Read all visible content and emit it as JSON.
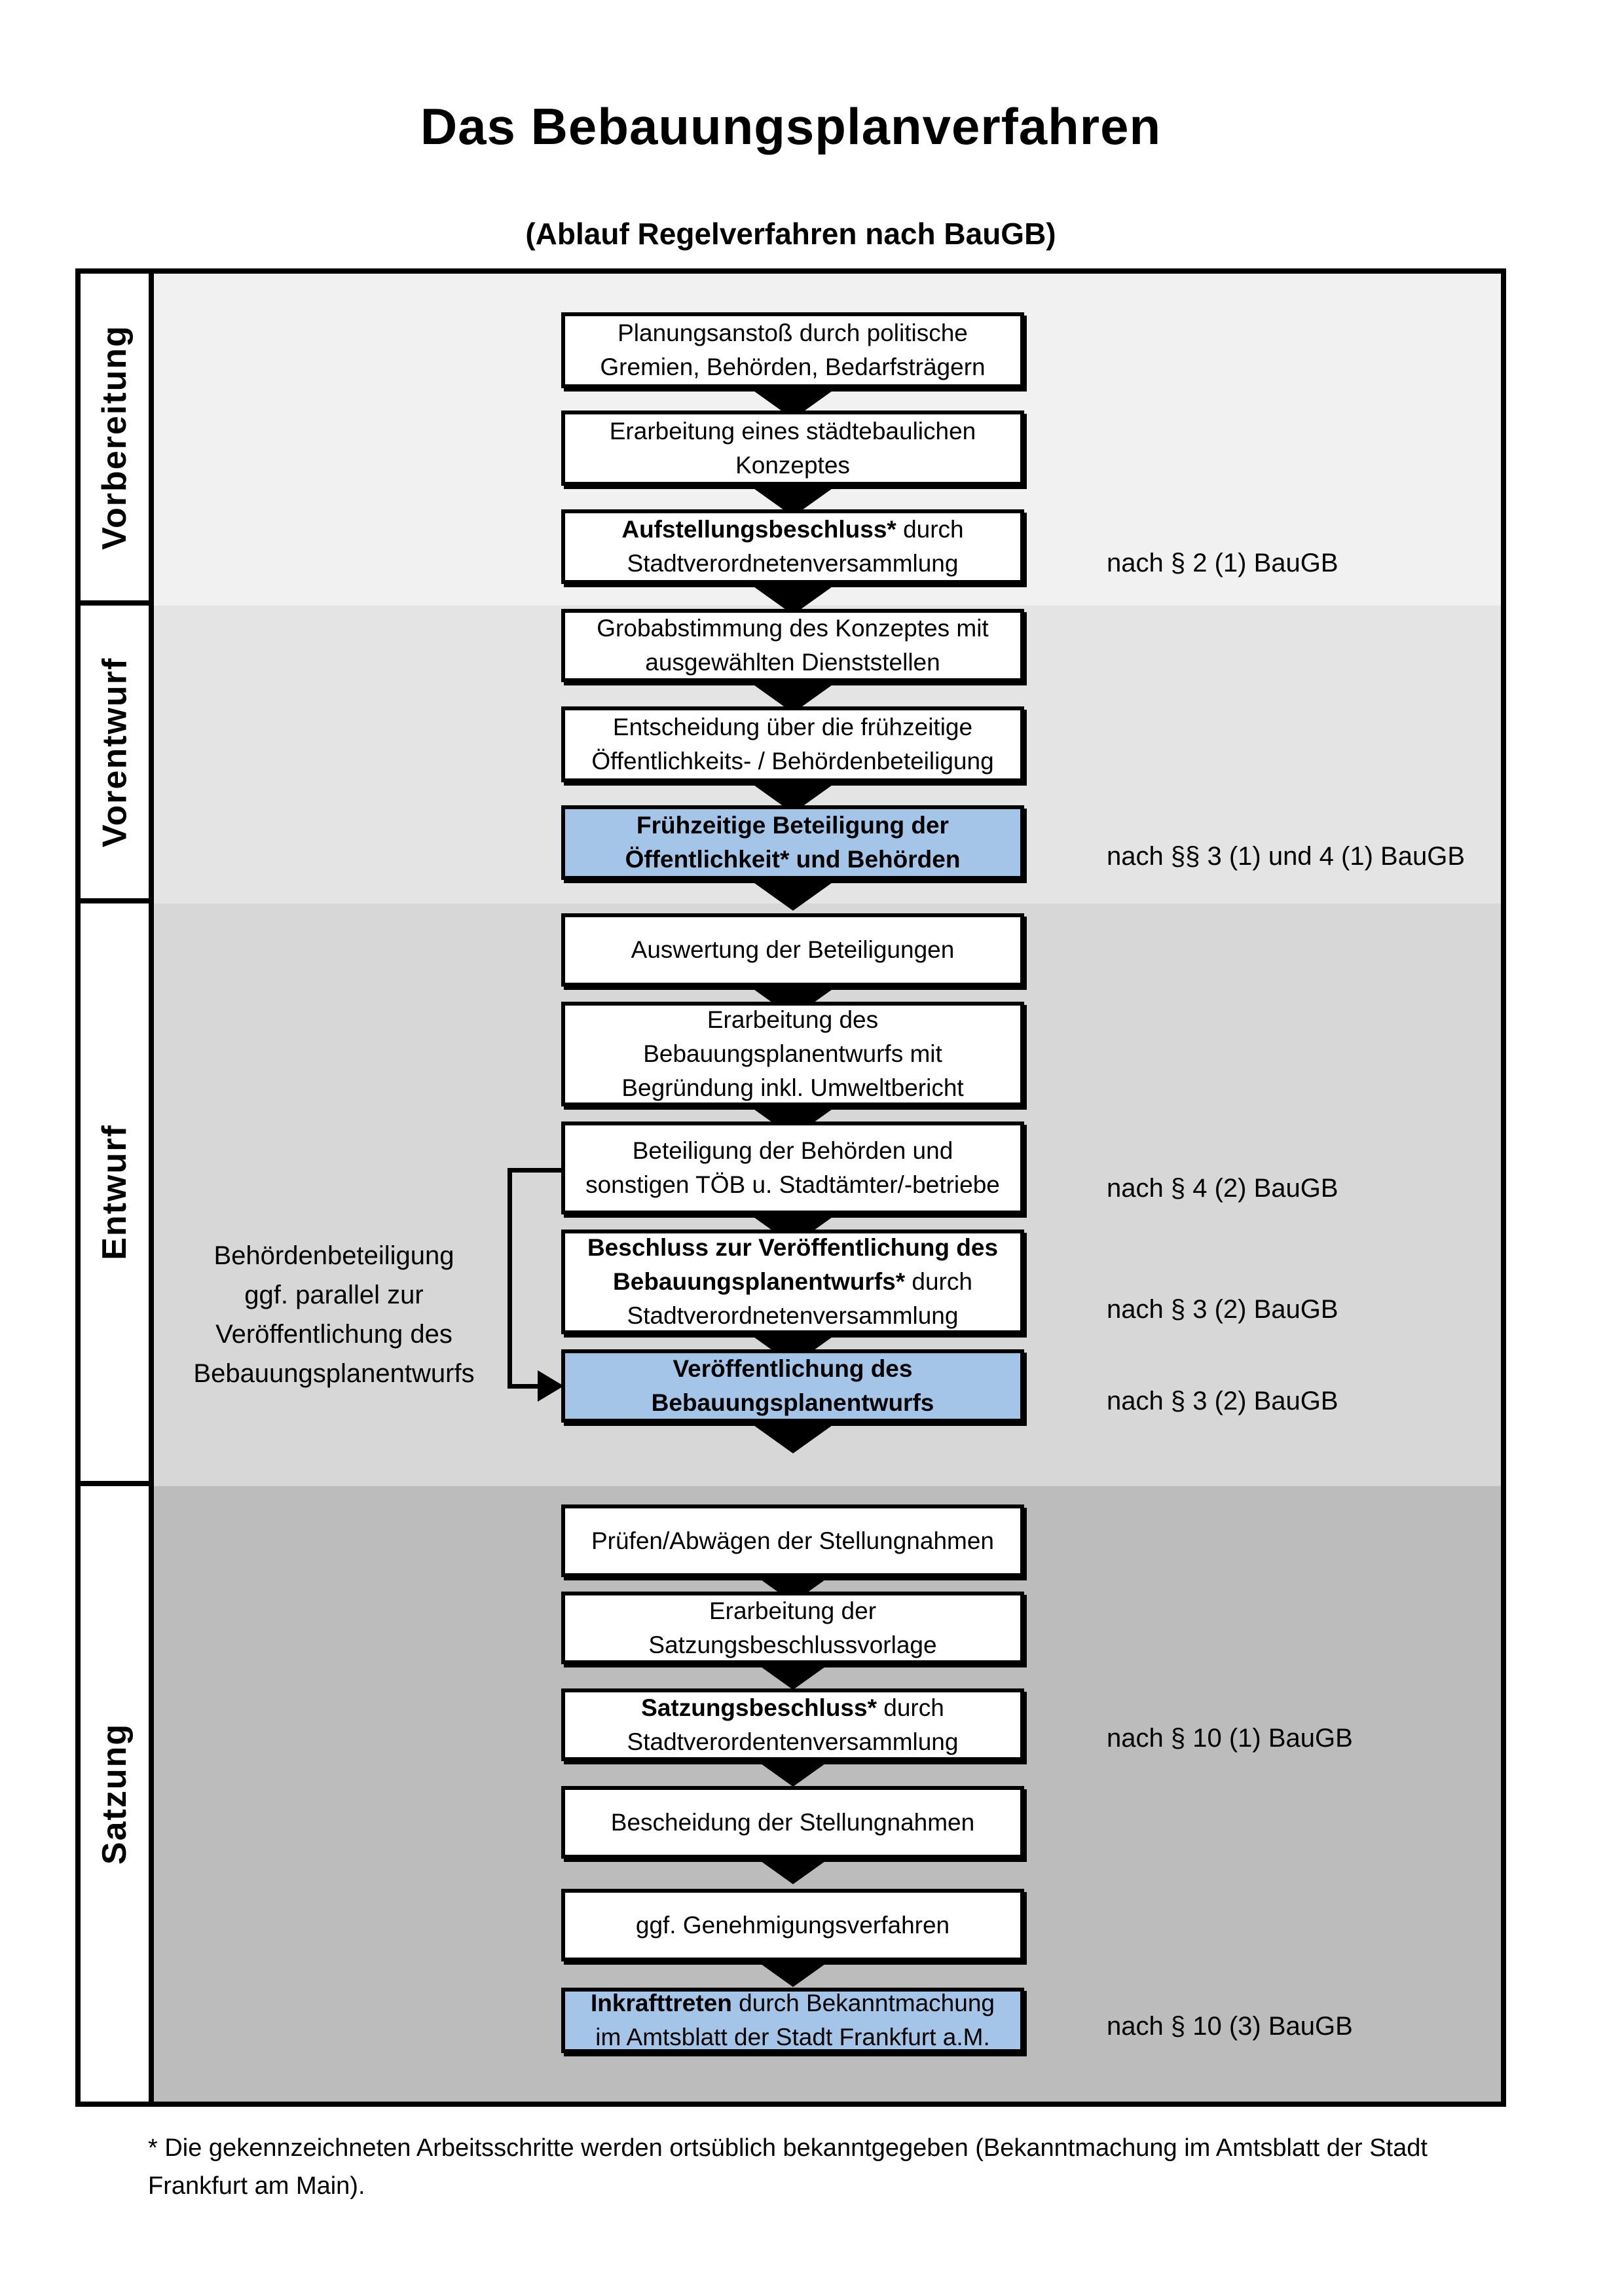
{
  "title": "Das Bebauungsplanverfahren",
  "subtitle": "(Ablauf Regelverfahren nach BauGB)",
  "phases": [
    {
      "label": "Vorbereitung"
    },
    {
      "label": "Vorentwurf"
    },
    {
      "label": "Entwurf"
    },
    {
      "label": "Satzung"
    }
  ],
  "boxes": [
    {
      "name": "planungsanstoss",
      "highlight": false,
      "lines": [
        [
          {
            "t": "Planungsanstoß durch politische",
            "b": false
          }
        ],
        [
          {
            "t": "Gremien, Behörden, Bedarfsträgern",
            "b": false
          }
        ]
      ]
    },
    {
      "name": "staedtebauliches-konzept",
      "highlight": false,
      "lines": [
        [
          {
            "t": "Erarbeitung eines städtebaulichen",
            "b": false
          }
        ],
        [
          {
            "t": "Konzeptes",
            "b": false
          }
        ]
      ]
    },
    {
      "name": "aufstellungsbeschluss",
      "highlight": false,
      "law": "nach § 2 (1) BauGB",
      "lines": [
        [
          {
            "t": "Aufstellungsbeschluss*",
            "b": true
          },
          {
            "t": " durch",
            "b": false
          }
        ],
        [
          {
            "t": "Stadtverordnetenversammlung",
            "b": false
          }
        ]
      ]
    },
    {
      "name": "grobabstimmung-konzept",
      "highlight": false,
      "lines": [
        [
          {
            "t": "Grobabstimmung des Konzeptes mit",
            "b": false
          }
        ],
        [
          {
            "t": "ausgewählten Dienststellen",
            "b": false
          }
        ]
      ]
    },
    {
      "name": "entscheidung-fruehzeitige-beteiligung",
      "highlight": false,
      "lines": [
        [
          {
            "t": "Entscheidung über die frühzeitige",
            "b": false
          }
        ],
        [
          {
            "t": "Öffentlichkeits- / Behördenbeteiligung",
            "b": false
          }
        ]
      ]
    },
    {
      "name": "fruehzeitige-beteiligung",
      "highlight": true,
      "law": "nach §§ 3 (1) und 4 (1) BauGB",
      "lines": [
        [
          {
            "t": "Frühzeitige Beteiligung der",
            "b": true
          }
        ],
        [
          {
            "t": "Öffentlichkeit* und Behörden",
            "b": true
          }
        ]
      ]
    },
    {
      "name": "auswertung-beteiligungen",
      "highlight": false,
      "lines": [
        [
          {
            "t": "Auswertung der Beteiligungen",
            "b": false
          }
        ]
      ]
    },
    {
      "name": "erarbeitung-bebauungsplanentwurf",
      "highlight": false,
      "lines": [
        [
          {
            "t": "Erarbeitung des",
            "b": false
          }
        ],
        [
          {
            "t": "Bebauungsplanentwurfs mit",
            "b": false
          }
        ],
        [
          {
            "t": "Begründung inkl. Umweltbericht",
            "b": false
          }
        ]
      ]
    },
    {
      "name": "beteiligung-behoerden-toeb",
      "highlight": false,
      "law": "nach § 4 (2) BauGB",
      "lines": [
        [
          {
            "t": "Beteiligung der Behörden und",
            "b": false
          }
        ],
        [
          {
            "t": "sonstigen TÖB u. Stadtämter/-betriebe",
            "b": false
          }
        ]
      ]
    },
    {
      "name": "beschluss-veroeffentlichung",
      "highlight": false,
      "law": "nach § 3 (2) BauGB",
      "lines": [
        [
          {
            "t": "Beschluss zur Veröffentlichung des",
            "b": true
          }
        ],
        [
          {
            "t": "Bebauungsplanentwurfs*",
            "b": true
          },
          {
            "t": " durch",
            "b": false
          }
        ],
        [
          {
            "t": "Stadtverordnetenversammlung",
            "b": false
          }
        ]
      ]
    },
    {
      "name": "veroeffentlichung-bebauungsplanentwurf",
      "highlight": true,
      "law": "nach § 3 (2) BauGB",
      "lines": [
        [
          {
            "t": "Veröffentlichung des",
            "b": true
          }
        ],
        [
          {
            "t": "Bebauungsplanentwurfs",
            "b": true
          }
        ]
      ]
    },
    {
      "name": "pruefen-abwaegen-stellungnahmen",
      "highlight": false,
      "lines": [
        [
          {
            "t": "Prüfen/Abwägen der Stellungnahmen",
            "b": false
          }
        ]
      ]
    },
    {
      "name": "erarbeitung-satzungsbeschlussvorlage",
      "highlight": false,
      "lines": [
        [
          {
            "t": "Erarbeitung der",
            "b": false
          }
        ],
        [
          {
            "t": "Satzungsbeschlussvorlage",
            "b": false
          }
        ]
      ]
    },
    {
      "name": "satzungsbeschluss",
      "highlight": false,
      "law": "nach § 10 (1) BauGB",
      "lines": [
        [
          {
            "t": "Satzungsbeschluss*",
            "b": true
          },
          {
            "t": " durch",
            "b": false
          }
        ],
        [
          {
            "t": "Stadtverordentenversammlung",
            "b": false
          }
        ]
      ]
    },
    {
      "name": "bescheidung-stellungnahmen",
      "highlight": false,
      "lines": [
        [
          {
            "t": "Bescheidung der Stellungnahmen",
            "b": false
          }
        ]
      ]
    },
    {
      "name": "genehmigungsverfahren",
      "highlight": false,
      "lines": [
        [
          {
            "t": "ggf. Genehmigungsverfahren",
            "b": false
          }
        ]
      ]
    },
    {
      "name": "inkrafttreten",
      "highlight": true,
      "law": "nach § 10 (3) BauGB",
      "lines": [
        [
          {
            "t": "Inkrafttreten",
            "b": true
          },
          {
            "t": " durch Bekanntmachung",
            "b": false
          }
        ],
        [
          {
            "t": "im Amtsblatt der Stadt Frankfurt a.M.",
            "b": false
          }
        ]
      ]
    }
  ],
  "side_note": {
    "lines": [
      "Behördenbeteiligung",
      "ggf. parallel zur",
      "Veröffentlichung des",
      "Bebauungsplanentwurfs"
    ]
  },
  "footnote": {
    "lines": [
      "* Die gekennzeichneten Arbeitsschritte werden ortsüblich bekanntgegeben (Bekanntmachung im Amtsblatt  der Stadt",
      "Frankfurt am Main)."
    ]
  },
  "colors": {
    "highlight_box": "#a4c4e8",
    "band_vorbereitung": "#f1f1f1",
    "band_vorentwurf": "#e4e4e4",
    "band_entwurf": "#d7d7d7",
    "band_satzung": "#bcbcbc",
    "box_background": "#ffffff",
    "border": "#000000"
  }
}
